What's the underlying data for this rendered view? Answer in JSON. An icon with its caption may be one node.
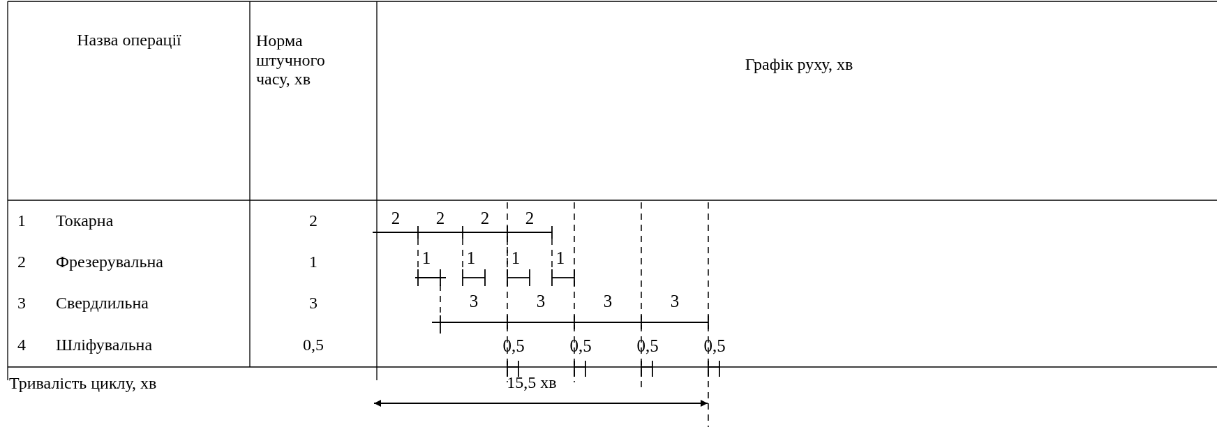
{
  "diagram": {
    "labels": [
      "Назва операції",
      "Норма штучного часу, хв",
      "Графік руху, хв",
      "1",
      "Токарна",
      "2",
      "2",
      "2",
      "2",
      "2",
      "2",
      "Фрезерувальна",
      "1",
      "1",
      "1",
      "1",
      "1",
      "3",
      "Свердлильна",
      "3",
      "3",
      "3",
      "3",
      "3",
      "4",
      "Шліфувальна",
      "0,5",
      "0,5",
      "0,5",
      "0,5",
      "0,5",
      "Тривалість циклу, хв",
      "15,5 хв"
    ]
  }
}
